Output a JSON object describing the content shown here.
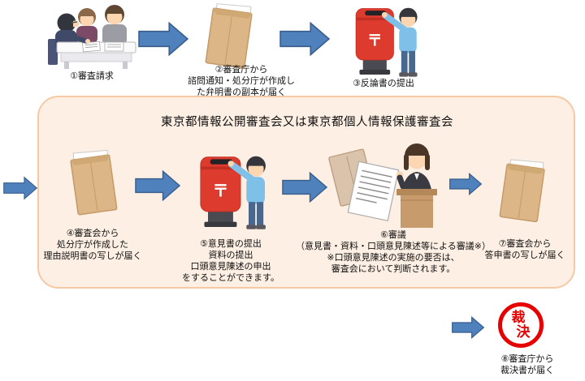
{
  "panel": {
    "title": "東京都情報公開審査会又は東京都個人情報保護審査会"
  },
  "steps": [
    {
      "id": "1",
      "illustration": "consultation-desk",
      "lines": [
        "①審査請求"
      ]
    },
    {
      "id": "2",
      "illustration": "envelope",
      "lines": [
        "②審査庁から",
        "諮問通知・処分庁が作成し",
        "た弁明書の副本が届く"
      ]
    },
    {
      "id": "3",
      "illustration": "post-box-mailing",
      "lines": [
        "③反論書の提出"
      ]
    },
    {
      "id": "4",
      "illustration": "envelope",
      "lines": [
        "④審査会から",
        "処分庁が作成した",
        "理由説明書の写しが届く"
      ]
    },
    {
      "id": "5",
      "illustration": "post-box-mailing",
      "lines": [
        "⑤意見書の提出",
        "資料の提出",
        "口頭意見陳述の申出",
        "をすることができます。"
      ]
    },
    {
      "id": "6",
      "illustration": "deliberation-podium",
      "lines": [
        "⑥審議",
        "（意見書・資料・口頭意見陳述等による審議※）",
        "※口頭意見陳述の実施の要否は、",
        "審査会において判断されます。"
      ]
    },
    {
      "id": "7",
      "illustration": "envelope",
      "lines": [
        "⑦審査会から",
        "答申書の写しが届く"
      ]
    },
    {
      "id": "8",
      "illustration": "ruling-stamp",
      "lines": [
        "⑧審査庁から",
        "裁決書が届く"
      ]
    }
  ],
  "stamp": {
    "chars": [
      "裁",
      "決"
    ]
  },
  "postbox_mark": "〒",
  "colors": {
    "arrow_fill": "#4F81BD",
    "arrow_stroke": "#385D8A",
    "panel_fill": "#FDEFE3",
    "panel_border": "#F6C9A4",
    "stamp_red": "#E60000",
    "postbox_red": "#DD3B2E",
    "envelope_tan": "#DCB686"
  }
}
